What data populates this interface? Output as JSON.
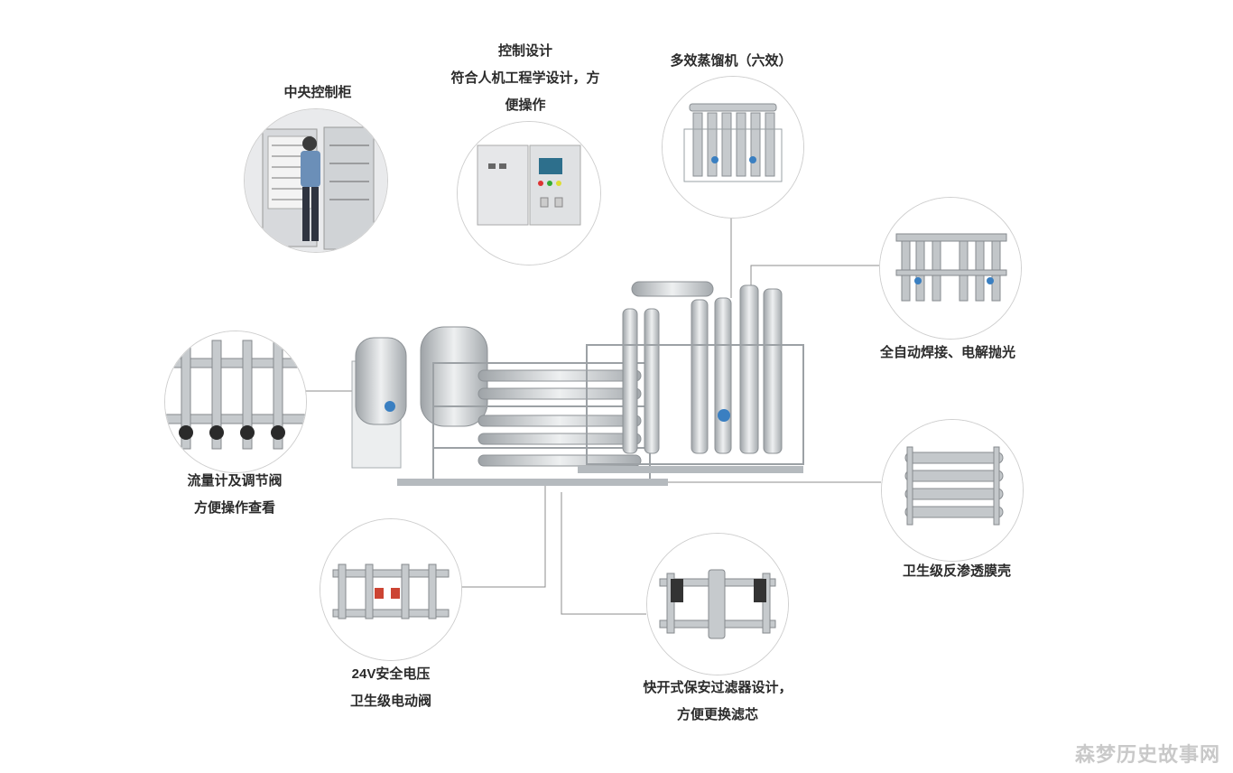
{
  "callouts": [
    {
      "id": "cabinet",
      "lines": [
        "中央控制柜"
      ]
    },
    {
      "id": "control",
      "lines": [
        "控制设计",
        "符合人机工程学设计，方",
        "便操作"
      ]
    },
    {
      "id": "distill",
      "lines": [
        "多效蒸馏机（六效）"
      ]
    },
    {
      "id": "weld",
      "lines": [
        "全自动焊接、电解抛光"
      ]
    },
    {
      "id": "flow",
      "lines": [
        "流量计及调节阀",
        "方便操作查看"
      ]
    },
    {
      "id": "membrane",
      "lines": [
        "卫生级反渗透膜壳"
      ]
    },
    {
      "id": "valve",
      "lines": [
        "24V安全电压",
        "卫生级电动阀"
      ]
    },
    {
      "id": "filter",
      "lines": [
        "快开式保安过滤器设计，",
        "方便更换滤芯"
      ]
    }
  ],
  "watermark": "森梦历史故事网",
  "colors": {
    "line": "#8c8c8c",
    "steel": "#c6cacd",
    "circle_border": "#cfcfcf"
  }
}
